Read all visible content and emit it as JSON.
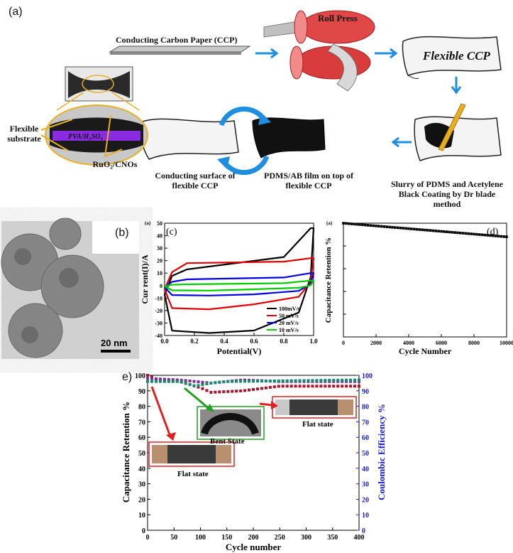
{
  "panel_a": {
    "letter": "(a)",
    "ccp_label": "Conducting Carbon Paper (CCP)",
    "roll_press": "Roll Press",
    "flexible_ccp": "Flexible CCP",
    "slurry_label": [
      "Slurry of PDMS and Acetylene",
      "Black Coating by Dr blade",
      "method"
    ],
    "pdms_label": [
      "PDMS/AB film on top of",
      "flexible CCP"
    ],
    "conducting_label": [
      "Conducting surface of",
      "flexible CCP"
    ],
    "flexible_substrate": [
      "Flexible",
      "substrate"
    ],
    "electrolyte": "PVA/H₂SO₄",
    "electrode": "RuO₂/CNOs",
    "colors": {
      "arrow": "#1e8fe0",
      "roller": "#e04848",
      "purple": "#8a2be2",
      "gold": "#e8b020"
    }
  },
  "panel_b": {
    "letter": "(b)",
    "scale_bar": "20 nm"
  },
  "panel_c": {
    "letter": "(c)",
    "small_letter": "(a)",
    "chart_data": {
      "type": "line",
      "xlabel": "Potential(V)",
      "ylabel": "Cur rent(I)/A",
      "xlim": [
        0,
        1.0
      ],
      "ylim": [
        -40,
        50
      ],
      "xticks": [
        "0.0",
        "0.2",
        "0.4",
        "0.6",
        "0.8",
        "1.0"
      ],
      "yticks": [
        "50",
        "40",
        "30",
        "20",
        "10",
        "0",
        "-10",
        "-20",
        "-30",
        "-40"
      ],
      "legend_position": "bottom-right",
      "series": [
        {
          "name": "100mV/s",
          "color": "#000000",
          "upper_end": 46,
          "lower_end": 33,
          "plateau_upper": 13,
          "plateau_lower": -36,
          "bottom": -38
        },
        {
          "name": "50 mV/s",
          "color": "#e00000",
          "upper_end": 22,
          "lower_end": 14,
          "plateau_upper": 18,
          "plateau_lower": -15,
          "bottom": -19
        },
        {
          "name": "20 mV/s",
          "color": "#0000e0",
          "upper_end": 10,
          "lower_end": 6,
          "plateau_upper": 5,
          "plateau_lower": -7,
          "bottom": -8
        },
        {
          "name": "10 mV/s",
          "color": "#00cc00",
          "upper_end": 4,
          "lower_end": 1,
          "plateau_upper": 1,
          "plateau_lower": -3,
          "bottom": -4
        }
      ]
    }
  },
  "panel_d": {
    "letter": "(d)",
    "small_letter": "(a)",
    "chart_data": {
      "type": "scatter",
      "xlabel": "Cycle Number",
      "ylabel": "Capacitance Retention %",
      "xlim": [
        0,
        10000
      ],
      "ylim": [
        0,
        100
      ],
      "xticks": [
        "0",
        "2000",
        "4000",
        "6000",
        "8000",
        "10000"
      ],
      "yticks": [
        "100",
        "80",
        "60",
        "40",
        "20",
        "0"
      ],
      "series": [
        {
          "name": "",
          "start": 100,
          "end": 88
        }
      ]
    }
  },
  "panel_e": {
    "letter": "e)",
    "bent_state": "Bent State",
    "flat_state_1": "Flat state",
    "flat_state_2": "Flat state",
    "chart_data": {
      "type": "scatter",
      "xlabel": "Cycle number",
      "ylabel_left": "Capacitance Retention %",
      "ylabel_right": "Coulombic Efficiency %",
      "xlim": [
        0,
        4000
      ],
      "ylim": [
        0,
        100
      ],
      "xticks": [
        "0",
        "50",
        "100",
        "150",
        "200",
        "250",
        "300",
        "350",
        "400"
      ],
      "yticks_left": [
        "100",
        "90",
        "80",
        "70",
        "60",
        "50",
        "40",
        "30",
        "20",
        "10",
        "0"
      ],
      "yticks_right": [
        "100",
        "90",
        "80",
        "70",
        "60",
        "50",
        "40",
        "30",
        "20",
        "10",
        "0"
      ],
      "series": [
        {
          "name": "",
          "color": "#b0102a",
          "segments": [
            [
              0,
              100
            ],
            [
              20,
              97
            ],
            [
              60,
              96
            ],
            [
              100,
              92
            ],
            [
              120,
              89
            ],
            [
              180,
              90
            ],
            [
              250,
              93
            ],
            [
              400,
              93
            ]
          ]
        },
        {
          "name": "",
          "color": "#7b2f9a",
          "segments": [
            [
              0,
              98
            ],
            [
              60,
              97
            ],
            [
              120,
              95
            ],
            [
              180,
              97
            ],
            [
              250,
              96
            ],
            [
              400,
              96
            ]
          ]
        },
        {
          "name": "",
          "color": "#1a8a70",
          "segments": [
            [
              0,
              96
            ],
            [
              60,
              96
            ],
            [
              90,
              93
            ],
            [
              120,
              95
            ],
            [
              150,
              96
            ],
            [
              400,
              97
            ]
          ]
        }
      ]
    }
  }
}
